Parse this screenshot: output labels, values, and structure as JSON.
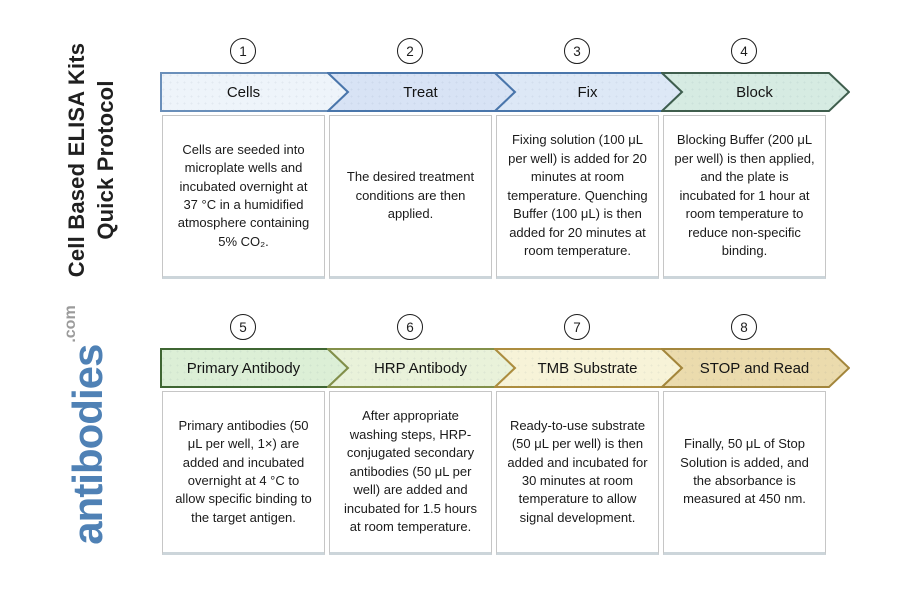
{
  "sidebar": {
    "title_line1": "Cell Based ELISA Kits",
    "title_line2": "Quick Protocol",
    "logo_text": "antibodies",
    "logo_suffix": ".com",
    "logo_color": "#4f81b5"
  },
  "steps": [
    {
      "number": "1",
      "label": "Cells",
      "description": "Cells are seeded into microplate wells and incubated overnight at 37 °C in a humidified atmosphere containing 5% CO₂.",
      "fill": "#eef4fa",
      "border": "#6a8fba"
    },
    {
      "number": "2",
      "label": "Treat",
      "description": "The desired treatment conditions are then applied.",
      "fill": "#d8e3f5",
      "border": "#4a76ab"
    },
    {
      "number": "3",
      "label": "Fix",
      "description": "Fixing solution (100 μL per well) is added for 20 minutes at room temperature. Quenching Buffer (100 μL) is then added for 20 minutes at room temperature.",
      "fill": "#dde8f6",
      "border": "#4a76ab"
    },
    {
      "number": "4",
      "label": "Block",
      "description": "Blocking Buffer (200 μL per well) is then applied, and the plate is incubated for 1 hour at room temperature to reduce non-specific binding.",
      "fill": "#d6ebe2",
      "border": "#3f5e4d"
    },
    {
      "number": "5",
      "label": "Primary Antibody",
      "description": "Primary antibodies (50 μL per well, 1×) are added and incubated overnight at 4 °C to allow specific binding to the target antigen.",
      "fill": "#dcefd6",
      "border": "#3f6632"
    },
    {
      "number": "6",
      "label": "HRP Antibody",
      "description": "After appropriate washing steps, HRP-conjugated secondary antibodies (50 μL per well) are added and incubated for 1.5 hours at room temperature.",
      "fill": "#e9f2da",
      "border": "#83904a"
    },
    {
      "number": "7",
      "label": "TMB Substrate",
      "description": "Ready-to-use substrate (50 μL per well) is then added and incubated for 30 minutes at room temperature to allow signal development.",
      "fill": "#f7f3d8",
      "border": "#ad8d3f"
    },
    {
      "number": "8",
      "label": "STOP and Read",
      "description": "Finally, 50 μL of Stop Solution is added, and the absorbance is measured at 450 nm.",
      "fill": "#ebdbad",
      "border": "#a3863c"
    }
  ]
}
